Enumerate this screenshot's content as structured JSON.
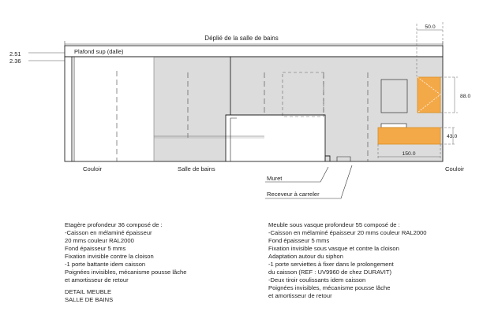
{
  "title": "Déplié de la salle de bains",
  "level_labels": {
    "top": "2.51",
    "bottom": "2.36"
  },
  "ceiling_label": "Plafond sup (dalle)",
  "zone_labels": {
    "left": "Couloir",
    "middle": "Salle de bains",
    "right": "Couloir"
  },
  "callouts": {
    "muret": "Muret",
    "receveur": "Receveur à carreler"
  },
  "dimensions": {
    "top": "50.0",
    "cabinet_height": "88.0",
    "vanity_height": "43.0",
    "vanity_width": "150.0"
  },
  "colors": {
    "wall_fill": "#dcdcdc",
    "cabinet_fill": "#f4a949",
    "cabinet_stroke": "#d98c1e"
  },
  "notes_left": [
    "Etagère  profondeur 36 composé de :",
    "-Caisson en mélaminé épaisseur",
    "20 mms couleur RAL2000",
    "Fond  épaisseur 5 mms",
    "Fixation invisible contre la cloison",
    "-1 porte battante idem caisson",
    "Poignées invisibles, mécanisme pousse lâche",
    "et amortisseur de retour"
  ],
  "notes_right": [
    "Meuble sous vasque  profondeur 55 composé de :",
    "-Caisson en mélaminé épaisseur 20 mms couleur RAL2000",
    "Fond  épaisseur 5 mms",
    "Fixation invisible sous vasque et contre la cloison",
    "Adaptation autour du siphon",
    "-1 porte serviettes à fixer dans le prolongement",
    "du caisson (REF : UV9960 de chez DURAVIT)",
    "-Deux tiroir coulissants idem caisson",
    "Poignées invisibles, mécanisme pousse lâche",
    "et amortisseur de retour"
  ],
  "detail_title": [
    "DETAIL MEUBLE",
    "SALLE DE BAINS"
  ]
}
